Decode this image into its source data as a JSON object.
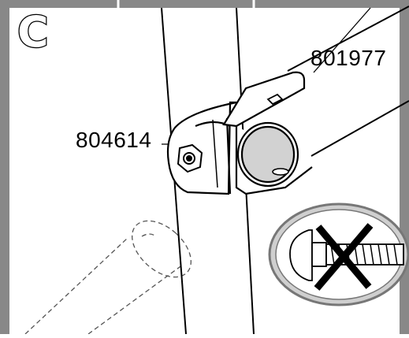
{
  "panel": {
    "step_letter": "C",
    "frame_color": "#808080",
    "line_color": "#000000",
    "inset_fill": "#cfcfcf"
  },
  "callouts": [
    {
      "id": "bracket",
      "label": "801977"
    },
    {
      "id": "clamp",
      "label": "804614"
    }
  ],
  "icons": {
    "hardware": "carriage-bolt-icon",
    "prohibition": "x-mark-icon",
    "fastener": "hex-nut-icon"
  }
}
